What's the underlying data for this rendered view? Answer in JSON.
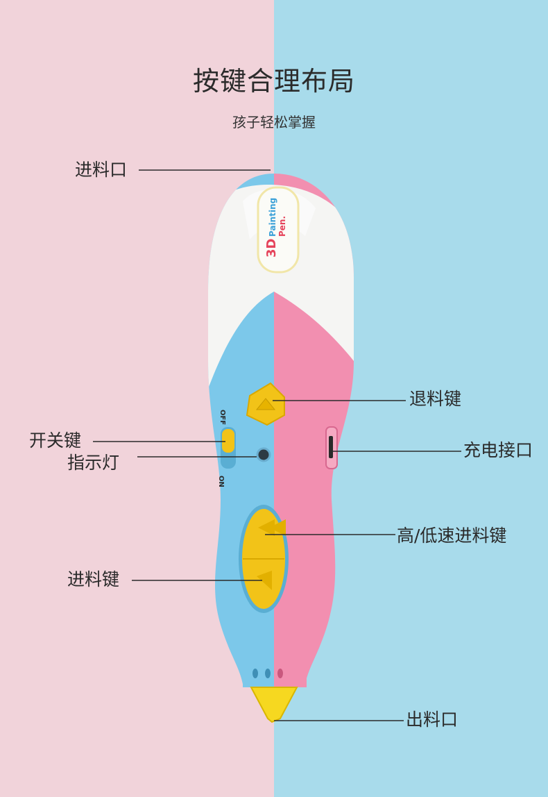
{
  "title": "按键合理布局",
  "subtitle": "孩子轻松掌握",
  "labels": {
    "feed_inlet": "进料口",
    "retract_key": "退料键",
    "power_key": "开关键",
    "charging_port": "充电接口",
    "indicator": "指示灯",
    "speed_feed_key": "高/低速进料键",
    "feed_key": "进料键",
    "outlet": "出料口"
  },
  "switch": {
    "off": "OFF",
    "on": "ON"
  },
  "logo": {
    "line1": "3D",
    "line2": "Painting",
    "line3": "Pen."
  },
  "colors": {
    "left_background": "#f1d3da",
    "right_background": "#a8dbeb",
    "pen_blue": "#7cc8ea",
    "pen_pink": "#f28fb0",
    "pen_white": "#f5f5f3",
    "buttons_yellow": "#f2c318"
  }
}
